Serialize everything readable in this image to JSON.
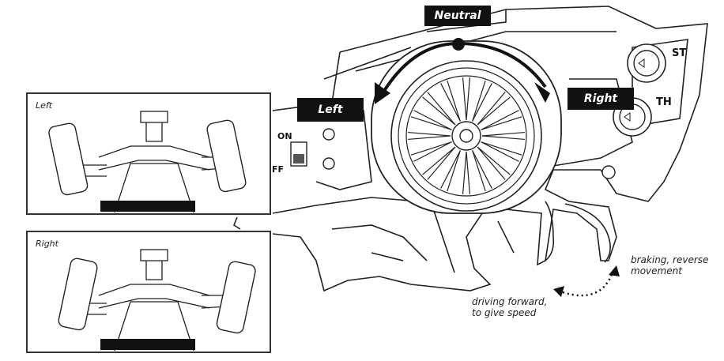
{
  "wheel_labels": {
    "neutral": "Neutral",
    "left": "Left",
    "right": "Right"
  },
  "knob_labels": {
    "steering": "ST",
    "throttle": "TH"
  },
  "switch_labels": {
    "on": "ON",
    "off": "FF"
  },
  "insets": [
    {
      "title": "Left",
      "wheel_direction": "left"
    },
    {
      "title": "Right",
      "wheel_direction": "right"
    }
  ],
  "trigger_notes": {
    "forward": [
      "driving forward,",
      "to give speed"
    ],
    "reverse": [
      "braking, reverse",
      "movement"
    ]
  }
}
